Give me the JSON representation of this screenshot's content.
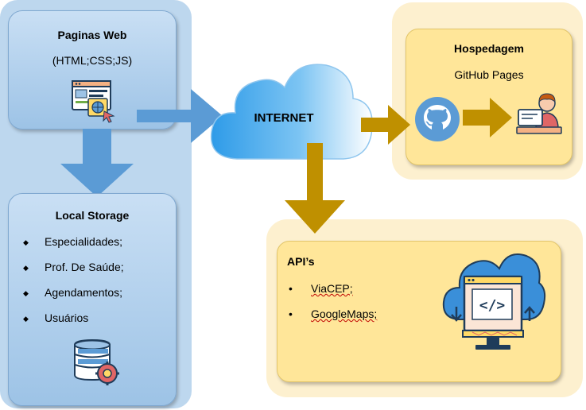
{
  "paginas_web": {
    "title": "Paginas Web",
    "subtitle": "(HTML;CSS;JS)"
  },
  "local_storage": {
    "title": "Local Storage",
    "items": [
      "Especialidades;",
      "Prof. De Saúde;",
      "Agendamentos;",
      "Usuários"
    ]
  },
  "internet": {
    "label": "INTERNET"
  },
  "hospedagem": {
    "title": "Hospedagem",
    "subtitle": "GitHub Pages"
  },
  "apis": {
    "title": "API’s",
    "items": [
      "ViaCEP;",
      "GoogleMaps;"
    ]
  },
  "colors": {
    "blue_arrow": "#5b9bd5",
    "gold_arrow": "#bf9000",
    "left_panel": "#bdd7ee",
    "yellow_panel": "#fdf0cf",
    "yellow_box": "#ffe699"
  },
  "icons": [
    "web-page-icon",
    "database-icon",
    "cloud-icon",
    "github-icon",
    "developer-icon",
    "cloud-code-monitor-icon"
  ]
}
